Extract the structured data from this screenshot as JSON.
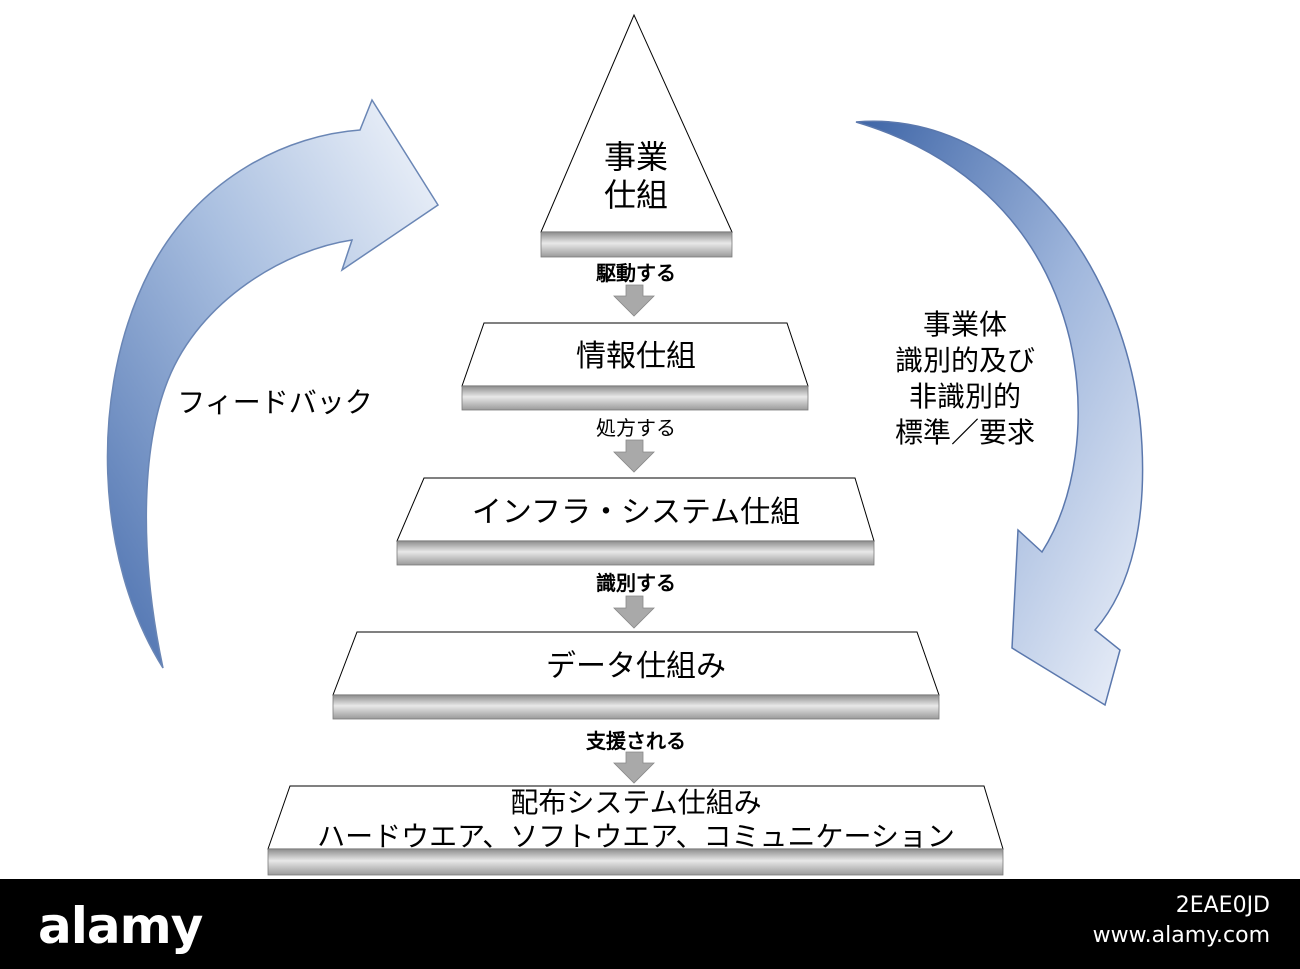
{
  "levels": [
    {
      "lines": [
        "事業",
        "仕組"
      ]
    },
    {
      "lines": [
        "情報仕組"
      ]
    },
    {
      "lines": [
        "インフラ・システム仕組"
      ]
    },
    {
      "lines": [
        "データ仕組み"
      ]
    },
    {
      "lines": [
        "配布システム仕組み",
        "ハードウエア、ソフトウエア、コミュニケーション"
      ]
    }
  ],
  "connectors": [
    "駆動する",
    "処方する",
    "識別する",
    "支援される"
  ],
  "left_arrow_label": "フィードバック",
  "right_arrow_label": [
    "事業体",
    "識別的及び",
    "非識別的",
    "標準／要求"
  ],
  "colors": {
    "arrow_dark": "#5d7fb8",
    "arrow_light": "#f4f7fc",
    "bar_dark": "#8c8c8c",
    "bar_light": "#e8e8e8",
    "small_arrow": "#a9a9a9"
  },
  "watermark": {
    "brand": "alamy",
    "image_id": "2EAE0JD",
    "url": "www.alamy.com"
  }
}
